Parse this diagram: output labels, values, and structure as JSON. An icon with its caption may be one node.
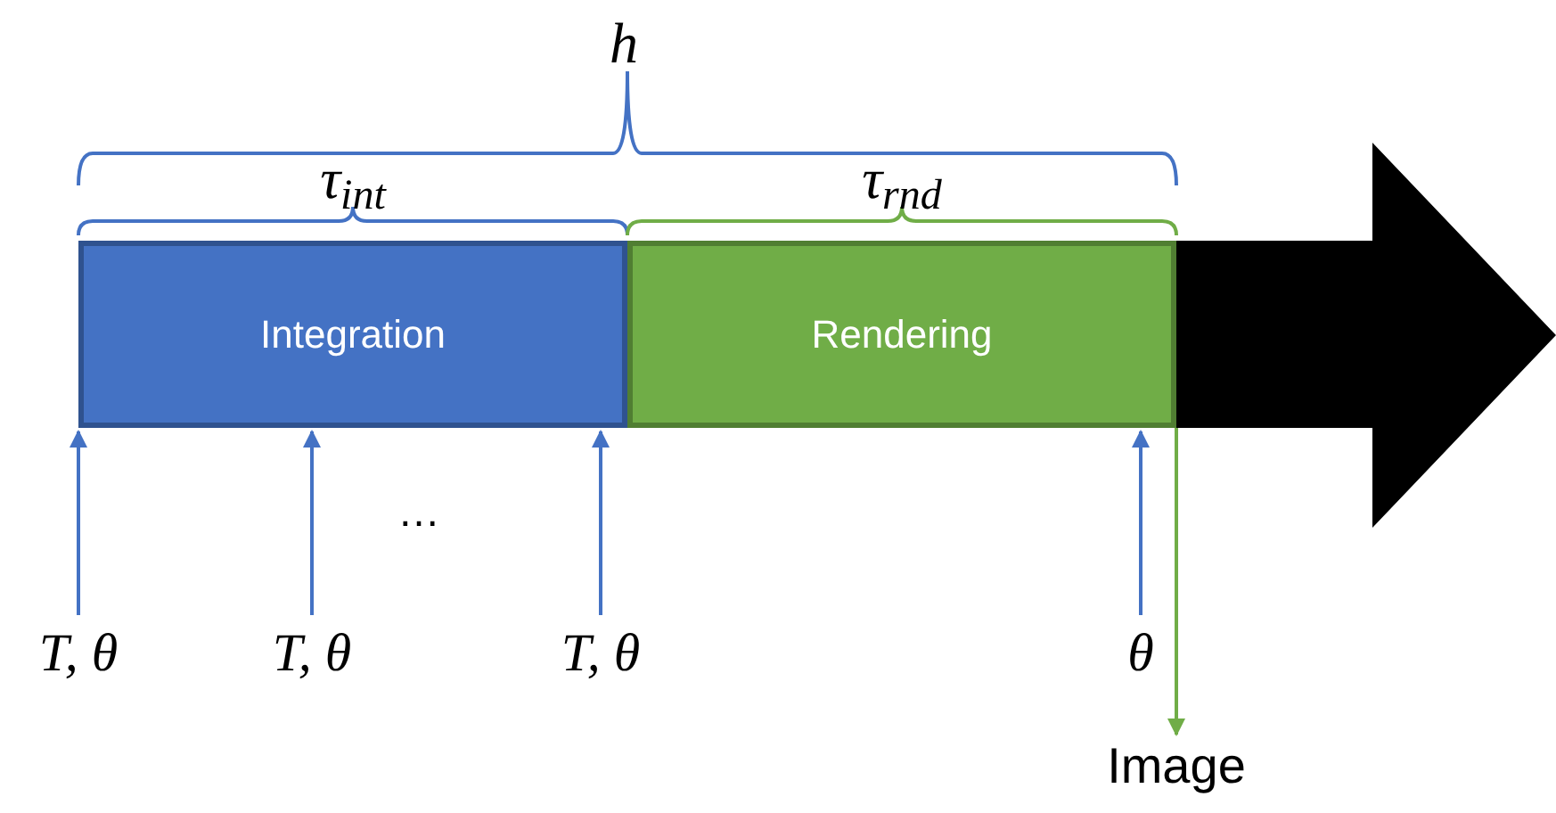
{
  "diagram": {
    "nodes": [
      {
        "text": [
          "Integration"
        ],
        "beside": [
          "τ$_{int}$"
        ]
      },
      {
        "text": [
          "Rendering"
        ],
        "beside": [
          "τ$_{rnd}$"
        ]
      },
      {
        "text": [
          "T, θ"
        ]
      },
      {
        "text": [
          "T, θ"
        ]
      },
      {
        "text": [
          "T, θ"
        ]
      },
      {
        "text": [
          "θ"
        ]
      },
      {
        "text": [
          "Image"
        ]
      }
    ],
    "edges": [
      {
        "from": 2,
        "to": 0,
        "arrow": "to"
      },
      {
        "from": 3,
        "to": 0,
        "arrow": "to"
      },
      {
        "from": 4,
        "to": 0,
        "arrow": "to"
      },
      {
        "from": 5,
        "to": 1,
        "arrow": "to"
      },
      {
        "from": 1,
        "to": 6,
        "arrow": "to",
        "color": "#70ad47"
      }
    ],
    "labels": [
      "h",
      "…"
    ]
  }
}
